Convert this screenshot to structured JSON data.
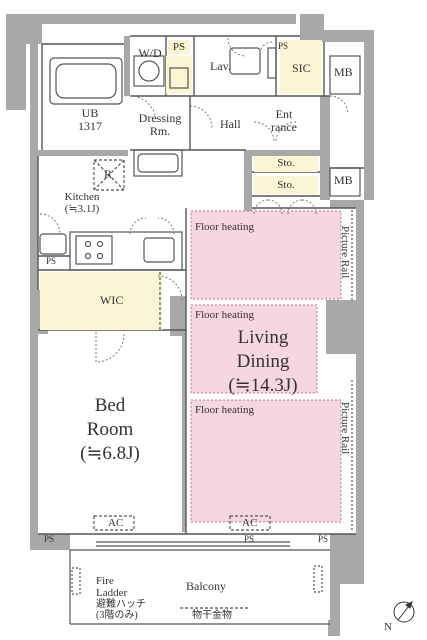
{
  "rooms": {
    "wd": "W/D",
    "ps_top": "PS",
    "lav": "Lav.",
    "ps_small": "PS",
    "sic": "SIC",
    "mb_top": "MB",
    "ub_line1": "UB",
    "ub_line2": "1317",
    "dressing_line1": "Dressing",
    "dressing_line2": "Rm.",
    "hall": "Hall",
    "entrance_line1": "Ent",
    "entrance_line2": "rance",
    "sto1": "Sto.",
    "sto2": "Sto.",
    "mb_mid": "MB",
    "r_mark": "R",
    "kitchen_line1": "Kitchen",
    "kitchen_line2": "(≒3.1J)",
    "ps_kitchen": "PS",
    "wic": "WIC",
    "bed_line1": "Bed",
    "bed_line2": "Room",
    "bed_line3": "(≒6.8J)",
    "living_line1": "Living",
    "living_line2": "Dining",
    "living_line3": "(≒14.3J)",
    "floor_heating_1": "Floor heating",
    "floor_heating_2": "Floor heating",
    "floor_heating_3": "Floor heating",
    "picture_rail_1": "Picture Rail",
    "picture_rail_2": "Picture Rail",
    "ac_bed": "AC",
    "ac_living": "AC",
    "ps_bottom_left": "PS",
    "ps_bottom_mid": "PS",
    "ps_bottom_right": "PS",
    "balcony": "Balcony",
    "fire_line1": "Fire",
    "fire_line2": "Ladder",
    "fire_line3": "避難ハッチ",
    "fire_line4": "(3階のみ)",
    "hanger": "物干金物",
    "north": "N"
  },
  "colors": {
    "wall": "#a8a8a8",
    "floor_heating_fill": "#f6d7df",
    "floor_heating_border": "#c86e84",
    "accent_yellow": "#faf5d2",
    "line": "#555555"
  }
}
